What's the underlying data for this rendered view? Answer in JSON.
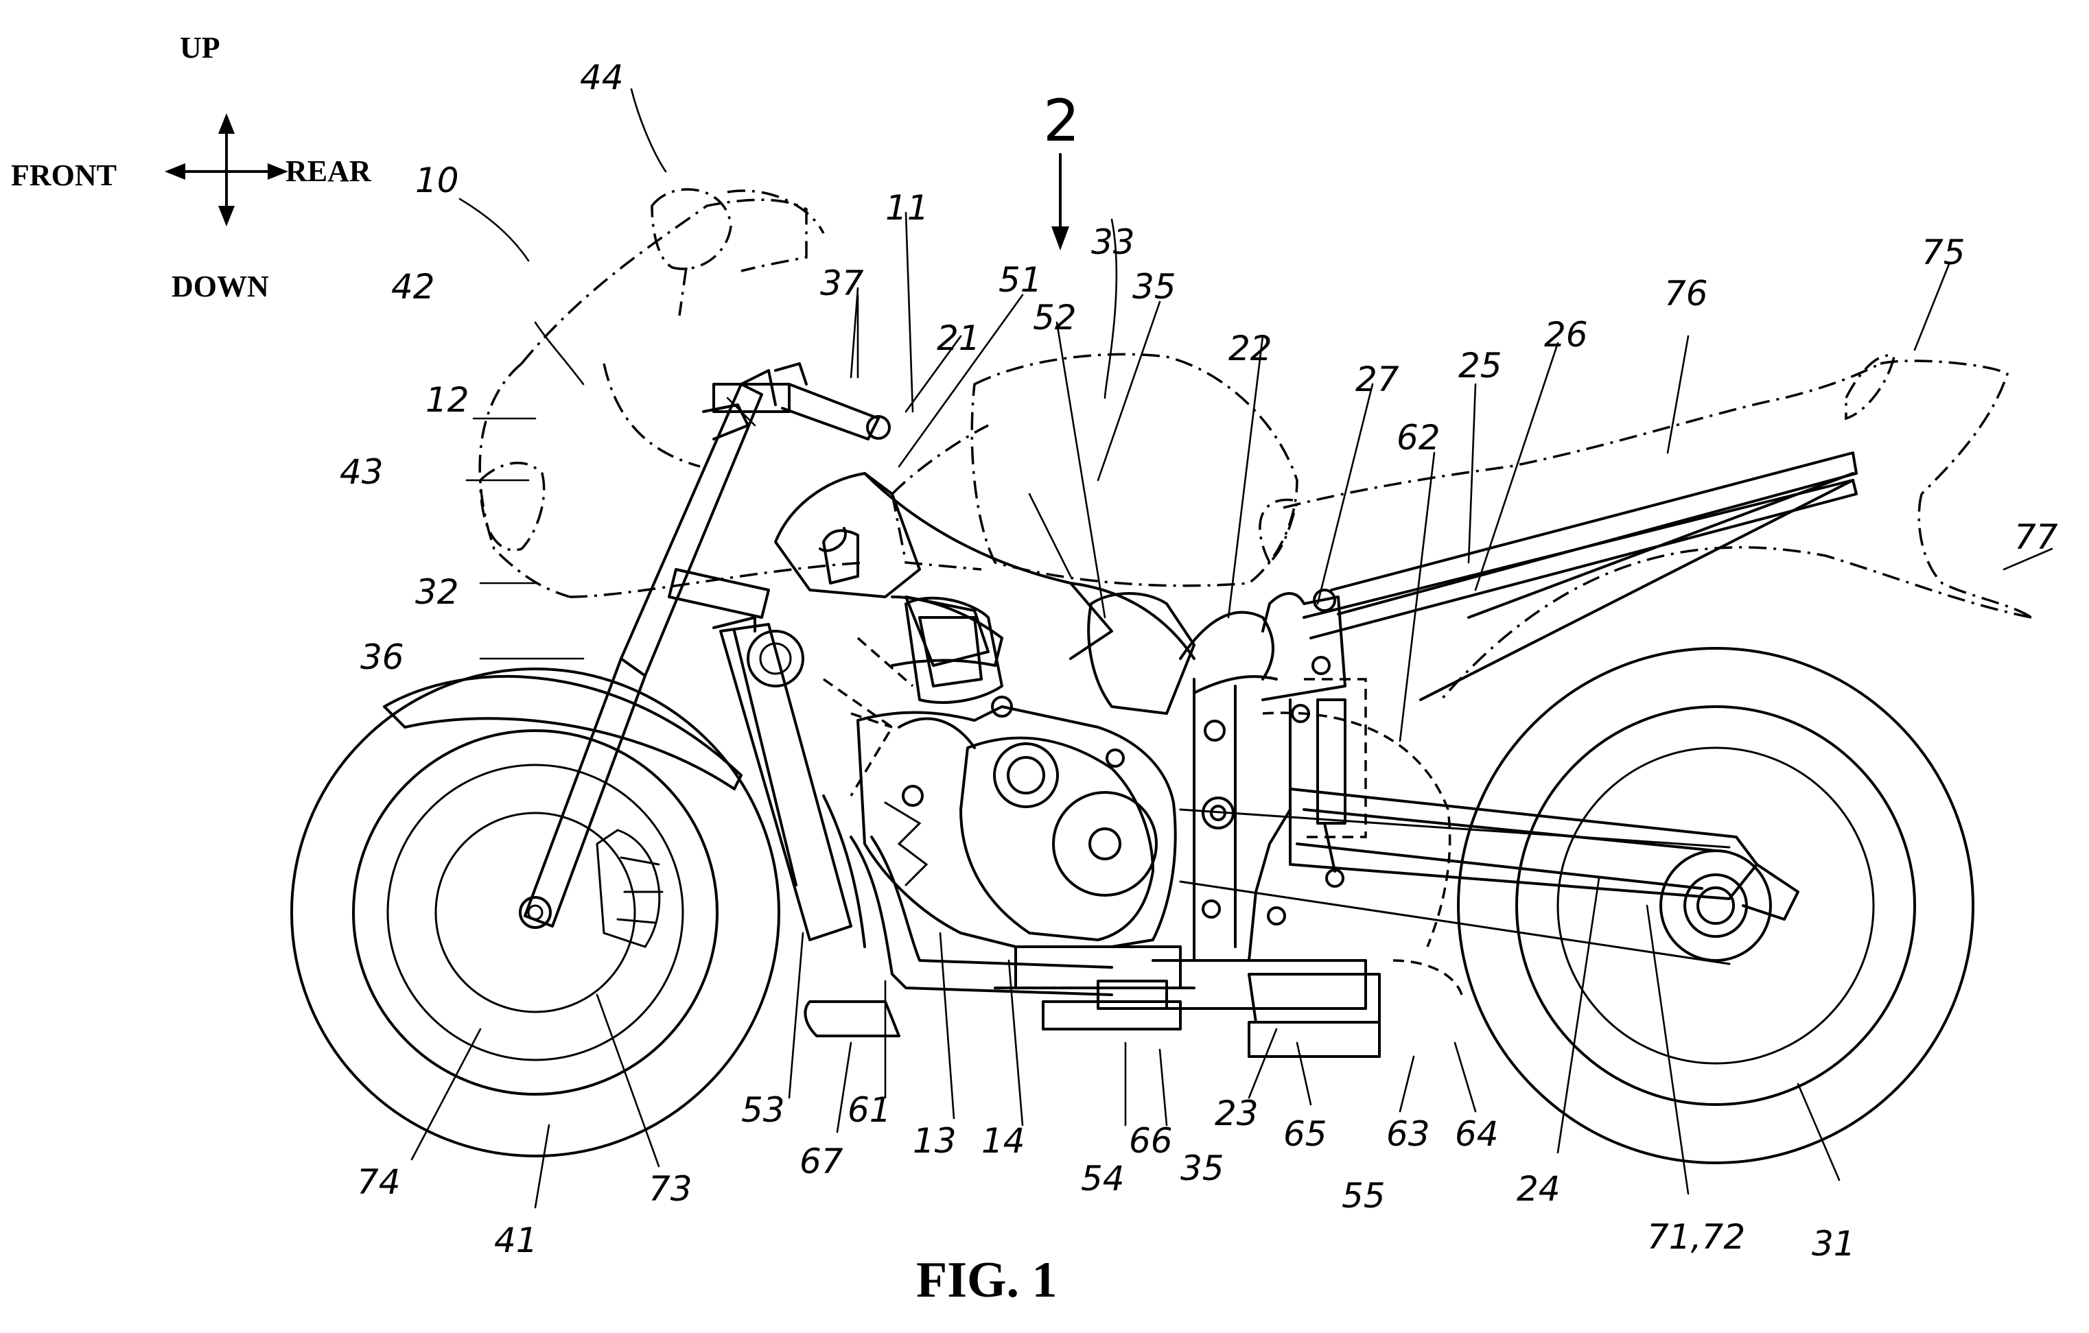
{
  "figure": {
    "caption": "FIG. 1",
    "view_arrow_label": "2"
  },
  "orientation": {
    "up": "UP",
    "down": "DOWN",
    "front": "FRONT",
    "rear": "REAR"
  },
  "reference_numerals": [
    "10",
    "11",
    "12",
    "13",
    "14",
    "21",
    "22",
    "23",
    "24",
    "25",
    "26",
    "27",
    "31",
    "32",
    "33",
    "35",
    "35",
    "36",
    "37",
    "41",
    "42",
    "43",
    "44",
    "51",
    "52",
    "53",
    "54",
    "55",
    "61",
    "62",
    "63",
    "64",
    "65",
    "66",
    "67",
    "71,72",
    "73",
    "74",
    "75",
    "76",
    "77"
  ]
}
